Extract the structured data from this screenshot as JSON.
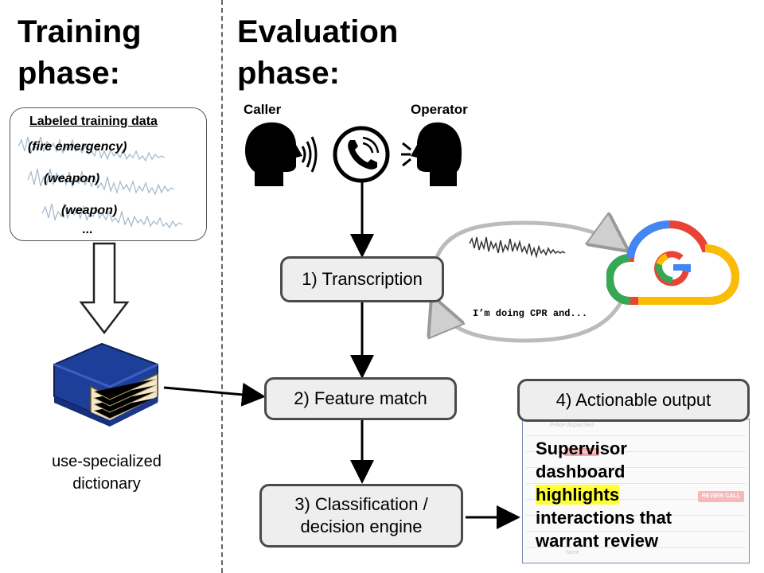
{
  "training": {
    "heading_line1": "Training",
    "heading_line2": "phase:",
    "box_title": "Labeled training data",
    "labels": [
      "(fire emergency)",
      "(weapon)",
      "(weapon)"
    ],
    "ellipsis": "...",
    "dictionary_label_line1": "use-specialized",
    "dictionary_label_line2": "dictionary"
  },
  "evaluation": {
    "heading_line1": "Evaluation",
    "heading_line2": "phase:",
    "caller_label": "Caller",
    "operator_label": "Operator",
    "transcript_snippet": "I’m doing CPR and...",
    "steps": {
      "transcription": "1) Transcription",
      "feature_match": "2) Feature match",
      "classification_line1": "3) Classification /",
      "classification_line2": "decision engine",
      "actionable_output": "4) Actionable output"
    },
    "dashboard": {
      "line1": "Supervisor",
      "line2": "dashboard",
      "line3_highlight": "highlights",
      "line4": "interactions that",
      "line5": "warrant review",
      "review_button": "REVIEW CALL",
      "ambulance_tag": "Ambulance sent",
      "rows": [
        "Police dispatched",
        "",
        "",
        "",
        "",
        "",
        "",
        "",
        "None"
      ]
    }
  },
  "colors": {
    "book_blue": "#1e3f99",
    "google_red": "#ea4335",
    "google_blue": "#4285f4",
    "google_yellow": "#fbbc05",
    "google_green": "#34a853",
    "highlight": "#ffff33",
    "box_fill": "#eeeeee"
  }
}
